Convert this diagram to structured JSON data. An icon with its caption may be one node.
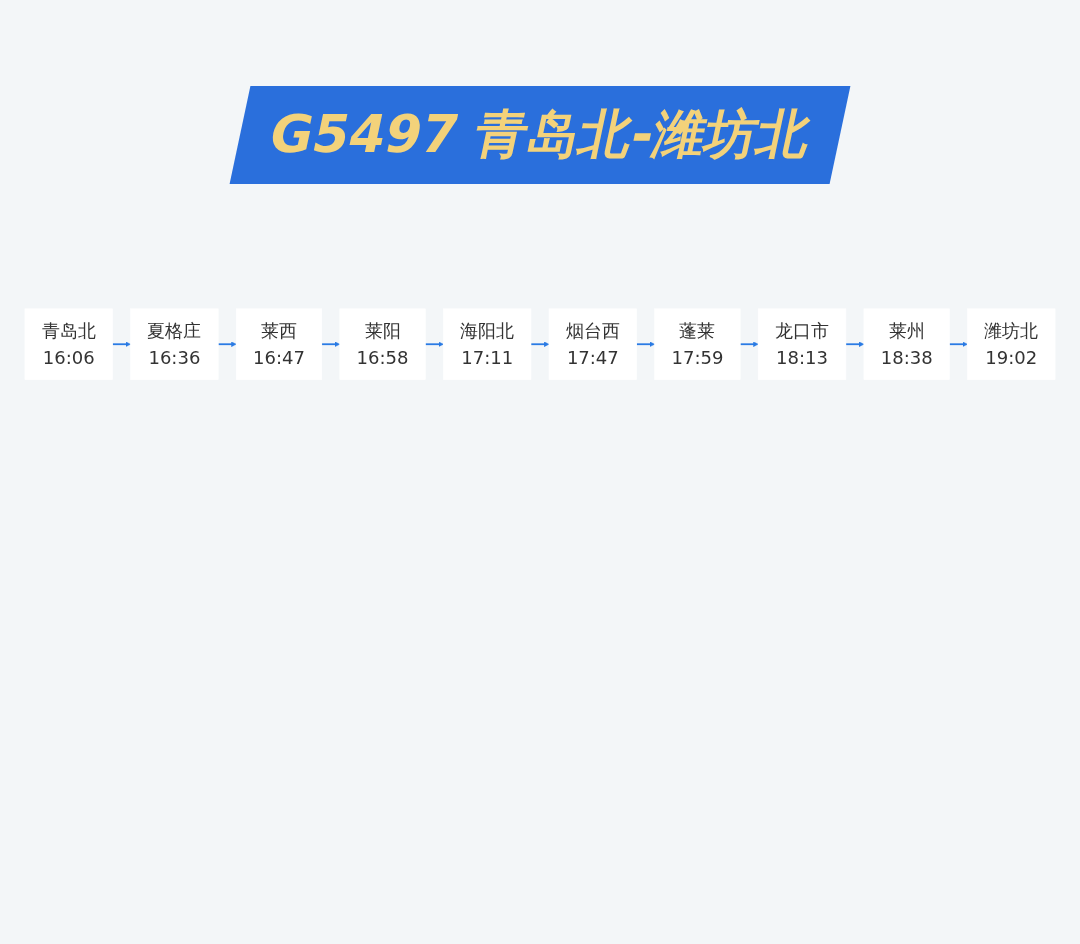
{
  "diagram": {
    "title": "G5497 青岛北-潍坊北",
    "nodes": [
      {
        "text": [
          "青岛北",
          "16:06"
        ]
      },
      {
        "text": [
          "夏格庄",
          "16:36"
        ]
      },
      {
        "text": [
          "莱西",
          "16:47"
        ]
      },
      {
        "text": [
          "莱阳",
          "16:58"
        ]
      },
      {
        "text": [
          "龙口市",
          "18:13"
        ]
      },
      {
        "text": [
          "蓬莱",
          "17:59"
        ]
      },
      {
        "text": [
          "烟台西",
          "17:47"
        ]
      },
      {
        "text": [
          "海阳北",
          "17:11"
        ]
      },
      {
        "text": [
          "莱州",
          "18:38"
        ]
      },
      {
        "text": [
          "潍坊北",
          "19:02"
        ]
      }
    ],
    "edges": [
      {
        "from": 0,
        "to": 1,
        "arrow": "to"
      },
      {
        "from": 1,
        "to": 2,
        "arrow": "to"
      },
      {
        "from": 2,
        "to": 3,
        "arrow": "to"
      },
      {
        "from": 3,
        "to": 7,
        "arrow": "to"
      },
      {
        "from": 7,
        "to": 6,
        "arrow": "to"
      },
      {
        "from": 6,
        "to": 5,
        "arrow": "to"
      },
      {
        "from": 5,
        "to": 4,
        "arrow": "to"
      },
      {
        "from": 4,
        "to": 8,
        "arrow": "to"
      },
      {
        "from": 8,
        "to": 9,
        "arrow": "to"
      }
    ]
  }
}
